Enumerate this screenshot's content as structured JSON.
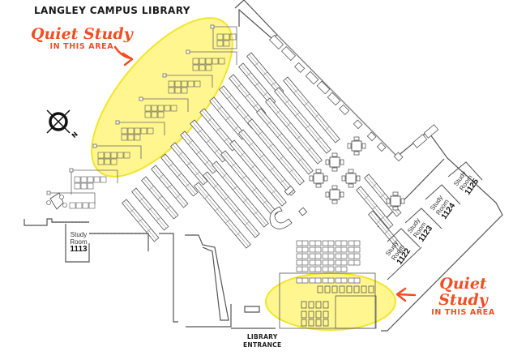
{
  "map": {
    "title": "LANGLEY CAMPUS LIBRARY",
    "compass": {
      "icon": "compass-rose-icon",
      "north_label": "N"
    },
    "colors": {
      "highlight": "#fff36b",
      "highlight_stroke": "#f3e52a",
      "annotation": "#f04e23",
      "walls": "#4a4a4a"
    },
    "annotations": [
      {
        "id": "quiet-study-north",
        "title": "Quiet Study",
        "subtitle": "IN THIS AREA"
      },
      {
        "id": "quiet-study-south",
        "title": "Quiet Study",
        "subtitle": "IN THIS AREA"
      }
    ],
    "rooms": [
      {
        "label": "Study Room",
        "number": "1113"
      },
      {
        "label": "Study Room",
        "number": "1122"
      },
      {
        "label": "Study Room",
        "number": "1123"
      },
      {
        "label": "Study Room",
        "number": "1124"
      },
      {
        "label": "Study Room",
        "number": "1125"
      }
    ],
    "entrance": {
      "line1": "LIBRARY",
      "line2": "ENTRANCE"
    }
  }
}
